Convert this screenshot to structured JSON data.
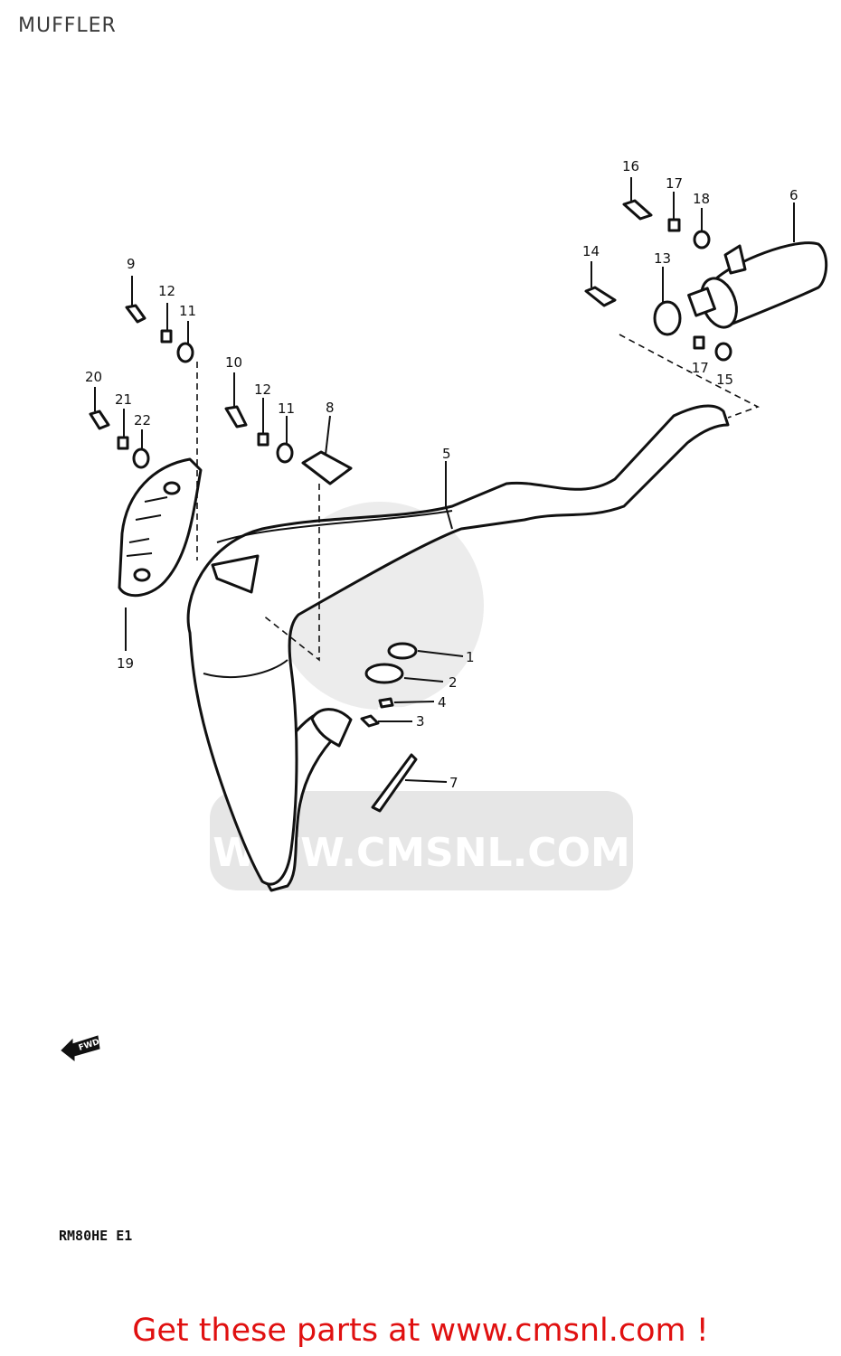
{
  "header": {
    "title": "MUFFLER"
  },
  "watermark": {
    "brand": "CMS",
    "url": "WWW.CMSNL.COM"
  },
  "diagram": {
    "code": "RM80HE E1",
    "forward_arrow": "FWD",
    "callouts": [
      {
        "id": "c1",
        "label": "1"
      },
      {
        "id": "c2",
        "label": "2"
      },
      {
        "id": "c3",
        "label": "3"
      },
      {
        "id": "c4",
        "label": "4"
      },
      {
        "id": "c5",
        "label": "5"
      },
      {
        "id": "c6",
        "label": "6"
      },
      {
        "id": "c7",
        "label": "7"
      },
      {
        "id": "c8",
        "label": "8"
      },
      {
        "id": "c9",
        "label": "9"
      },
      {
        "id": "c10",
        "label": "10"
      },
      {
        "id": "c11a",
        "label": "11"
      },
      {
        "id": "c11b",
        "label": "11"
      },
      {
        "id": "c12a",
        "label": "12"
      },
      {
        "id": "c12b",
        "label": "12"
      },
      {
        "id": "c13",
        "label": "13"
      },
      {
        "id": "c14",
        "label": "14"
      },
      {
        "id": "c15",
        "label": "15"
      },
      {
        "id": "c16",
        "label": "16"
      },
      {
        "id": "c17a",
        "label": "17"
      },
      {
        "id": "c17b",
        "label": ".17"
      },
      {
        "id": "c18",
        "label": "18"
      },
      {
        "id": "c19",
        "label": "19"
      },
      {
        "id": "c20",
        "label": "20"
      },
      {
        "id": "c21",
        "label": "21"
      },
      {
        "id": "c22",
        "label": "22"
      }
    ]
  },
  "footer": {
    "cta": "Get these parts at www.cmsnl.com !"
  },
  "colors": {
    "cta": "#e01010",
    "line": "#111111",
    "watermark": "#e6e6e6"
  }
}
